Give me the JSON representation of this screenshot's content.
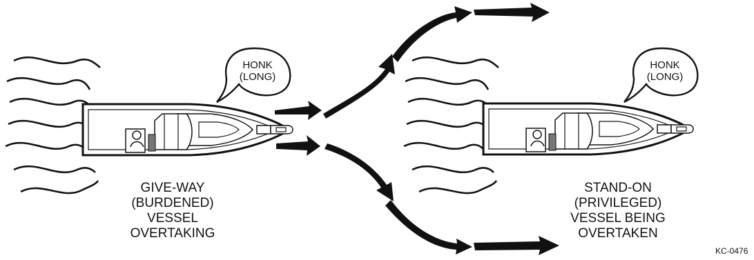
{
  "left_vessel": {
    "speech": [
      "HONK",
      "(LONG)"
    ],
    "label": [
      "GIVE-WAY",
      "(BURDENED)",
      "VESSEL",
      "OVERTAKING"
    ]
  },
  "right_vessel": {
    "speech": [
      "HONK",
      "(LONG)"
    ],
    "label": [
      "STAND-ON",
      "(PRIVILEGED)",
      "VESSEL BEING",
      "OVERTAKEN"
    ]
  },
  "figure_code": "KC-0476"
}
